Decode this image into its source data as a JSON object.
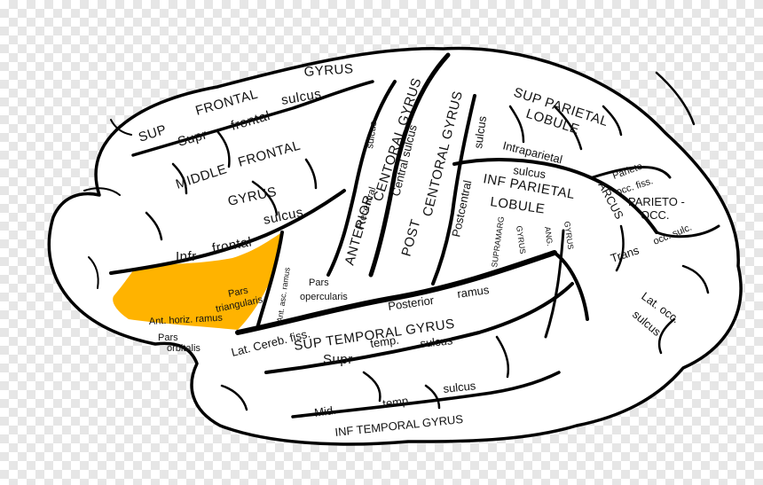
{
  "diagram": {
    "highlight_color": "#FFB300",
    "outline_color": "#000000",
    "labels": {
      "gyrus_top": "GYRUS",
      "sup": "SUP",
      "frontal_top": "FRONTAL",
      "supr": "Supr",
      "frontal_sulcus_lc": "frontal",
      "sulcus_top": "sulcus",
      "middle": "MIDDLE",
      "frontal_mid": "FRONTAL",
      "gyrus_mid": "GYRUS",
      "infr": "Infr",
      "frontal_infr": "frontal",
      "sulcus_infr": "sulcus",
      "pars_triangularis": [
        "Pars",
        "triangularis"
      ],
      "ant_horiz_ramus": "Ant. horiz. ramus",
      "pars_orbitalis": [
        "Pars",
        "orbitalis"
      ],
      "ant_asc_ramus": "Ant. asc. ramus",
      "pars_opercularis": [
        "Pars",
        "opercularis"
      ],
      "lat_cereb_fiss": "Lat. Cereb. fiss.",
      "precentral": "Precentral",
      "sulcus_pre": "sulcus",
      "anterior": "ANTERIOR",
      "centoral_gyrus_1": "CENTORAL GYRUS",
      "central_sulcus": "Central sulcus",
      "post": "POST",
      "centoral_gyrus_2": "CENTORAL GYRUS",
      "postcentral": "Postcentral",
      "sulcus_post": "sulcus",
      "sup_parietal": "SUP PARIETAL",
      "lobule_1": "LOBULE",
      "intraparietal": "Intraparietal",
      "sulcus_ip": "sulcus",
      "inf_parietal": "INF PARIETAL",
      "lobule_2": "LOBULE",
      "supramarg": "SUPRAMARG",
      "gyrus_sm": "GYRUS",
      "ang": "ANG.",
      "gyrus_ang": "GYRUS",
      "parieto": "Parieto",
      "occ_fiss": "occ. fiss.",
      "arcus": "ARCUS",
      "parieto_occ": [
        "PARIETO -",
        "OCC."
      ],
      "trans": "Trans",
      "occ_sulc": "occ. sulc.",
      "lat_occ": "Lat. occ.",
      "sulcus_latocc": "sulcus",
      "posterior": "Posterior",
      "ramus": "ramus",
      "sup_temporal_gyrus": "SUP TEMPORAL GYRUS",
      "supr_t": "Supr",
      "temp_t": "temp.",
      "sulcus_t": "sulcus",
      "mid": "Mid.",
      "temp_m": "temp.",
      "sulcus_m": "sulcus",
      "inf_temporal_gyrus": "INF TEMPORAL GYRUS"
    }
  }
}
